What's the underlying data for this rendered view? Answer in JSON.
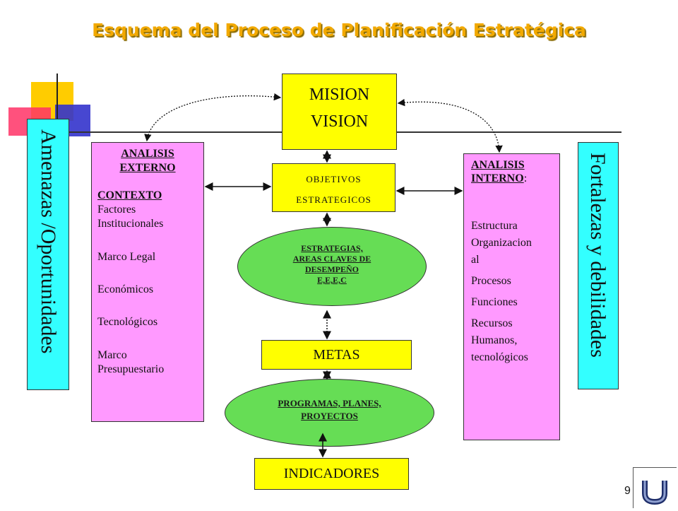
{
  "title": "Esquema  del Proceso de Planificación Estratégica",
  "mision": "MISION",
  "vision": "VISION",
  "objetivos": [
    "OBJETIVOS",
    "ESTRATEGICOS"
  ],
  "estrategias": [
    "ESTRATEGIAS,",
    "AREAS CLAVES DE",
    "DESEMPEÑO",
    "E,E,E,C"
  ],
  "metas": "METAS",
  "programas": [
    "PROGRAMAS, PLANES,",
    "PROYECTOS"
  ],
  "indicadores": "INDICADORES",
  "amenazas": "Amenazas /Oportunidades",
  "fortalezas": "Fortalezas y debilidades",
  "externo": {
    "heading": [
      "ANALISIS",
      "EXTERNO"
    ],
    "contexto": "CONTEXTO",
    "items": [
      "Factores",
      "Institucionales",
      "",
      "Marco Legal",
      "",
      "Económicos",
      "",
      "Tecnológicos",
      "",
      "Marco",
      "Presupuestario"
    ]
  },
  "interno": {
    "heading": [
      "ANALISIS",
      "INTERNO"
    ],
    "colon": ":",
    "items": [
      "Estructura",
      "Organizacion",
      "al",
      "Procesos",
      "Funciones",
      "Recursos",
      "Humanos,",
      "tecnológicos"
    ]
  },
  "page_number": "9",
  "colors": {
    "title": "#f2a900",
    "yellow": "#ffff00",
    "pink": "#ff99ff",
    "cyan": "#33ffff",
    "green": "#66dd55"
  },
  "icons": [
    "return-icon"
  ]
}
